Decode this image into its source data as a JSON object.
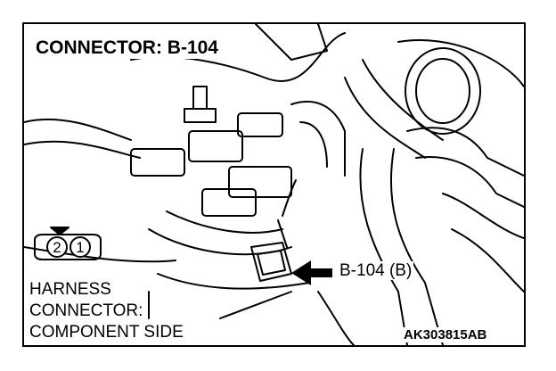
{
  "title": "CONNECTOR: B-104",
  "harness_label": [
    "HARNESS",
    "CONNECTOR:",
    "COMPONENT SIDE"
  ],
  "connector_pins": [
    "2",
    "1"
  ],
  "callout": "B-104 (B)",
  "figure_code": "AK303815AB"
}
